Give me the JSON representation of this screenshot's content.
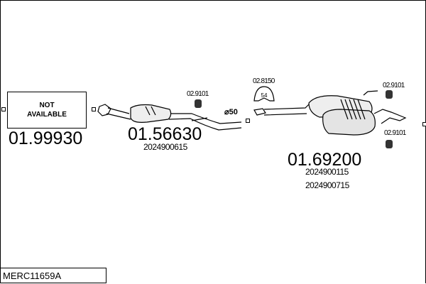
{
  "diagram_code": "MERC11659A",
  "parts": [
    {
      "number": "01.99930",
      "status": "NOT",
      "status2": "AVAILABLE"
    },
    {
      "number": "01.56630",
      "oem": [
        "2024900615"
      ]
    },
    {
      "number": "01.69200",
      "oem": [
        "2024900115",
        "2024900715"
      ]
    }
  ],
  "accessories": {
    "hanger_a": "02.9101",
    "clamp": "02.8150",
    "clamp_size": "54",
    "hanger_b": "02.9101",
    "hanger_c": "02.9101"
  },
  "pipe_diameter": "⌀50"
}
